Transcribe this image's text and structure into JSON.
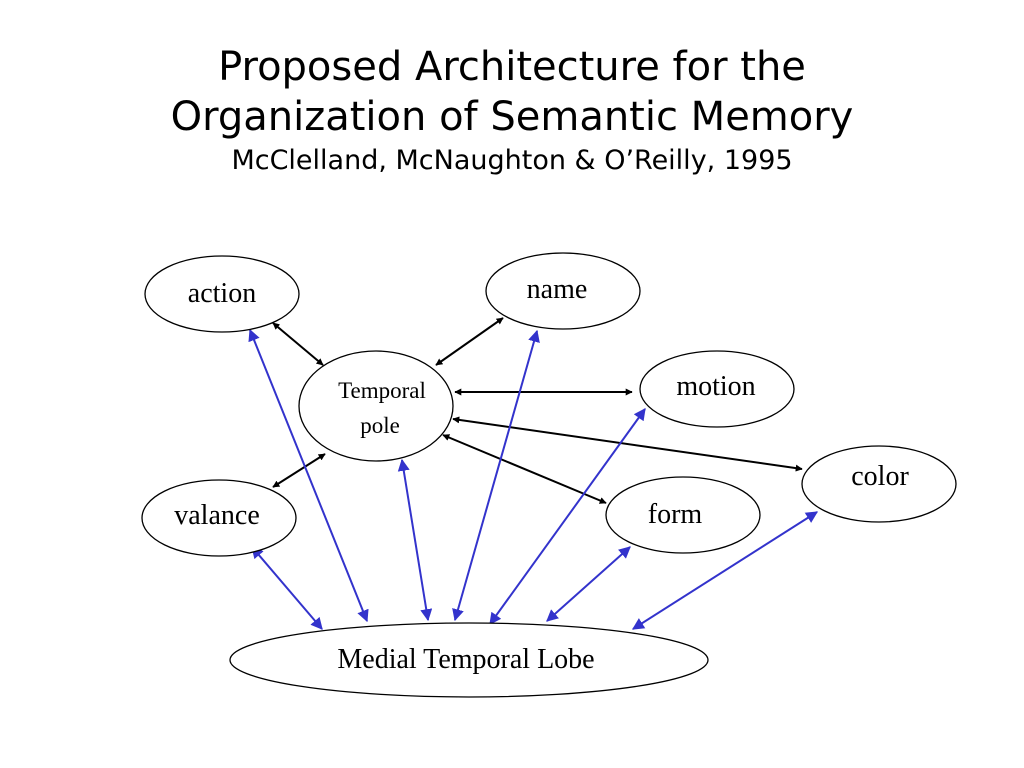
{
  "title": {
    "line1": "Proposed Architecture for the",
    "line2": "Organization of Semantic Memory",
    "subtitle": "McClelland, McNaughton & O’Reilly, 1995"
  },
  "nodes": {
    "action": "action",
    "name": "name",
    "temporal_pole_line1": "Temporal",
    "temporal_pole_line2": "pole",
    "motion": "motion",
    "color": "color",
    "valance": "valance",
    "form": "form",
    "medial_temporal_lobe": "Medial Temporal Lobe"
  },
  "colors": {
    "cortical_link": "#000000",
    "hippocampal_link": "#3333cc"
  },
  "links": [
    {
      "from": "temporal-pole",
      "to": "action",
      "type": "cortical",
      "bidirectional": true
    },
    {
      "from": "temporal-pole",
      "to": "name",
      "type": "cortical",
      "bidirectional": true
    },
    {
      "from": "temporal-pole",
      "to": "motion",
      "type": "cortical",
      "bidirectional": true
    },
    {
      "from": "temporal-pole",
      "to": "color",
      "type": "cortical",
      "bidirectional": true
    },
    {
      "from": "temporal-pole",
      "to": "form",
      "type": "cortical",
      "bidirectional": true
    },
    {
      "from": "temporal-pole",
      "to": "valance",
      "type": "cortical",
      "bidirectional": true
    },
    {
      "from": "medial-temporal-lobe",
      "to": "action",
      "type": "hippocampal",
      "bidirectional": true
    },
    {
      "from": "medial-temporal-lobe",
      "to": "temporal-pole",
      "type": "hippocampal",
      "bidirectional": true
    },
    {
      "from": "medial-temporal-lobe",
      "to": "name",
      "type": "hippocampal",
      "bidirectional": true
    },
    {
      "from": "medial-temporal-lobe",
      "to": "motion",
      "type": "hippocampal",
      "bidirectional": true
    },
    {
      "from": "medial-temporal-lobe",
      "to": "valance",
      "type": "hippocampal",
      "bidirectional": true
    },
    {
      "from": "medial-temporal-lobe",
      "to": "form",
      "type": "hippocampal",
      "bidirectional": true
    },
    {
      "from": "medial-temporal-lobe",
      "to": "color",
      "type": "hippocampal",
      "bidirectional": true
    }
  ]
}
